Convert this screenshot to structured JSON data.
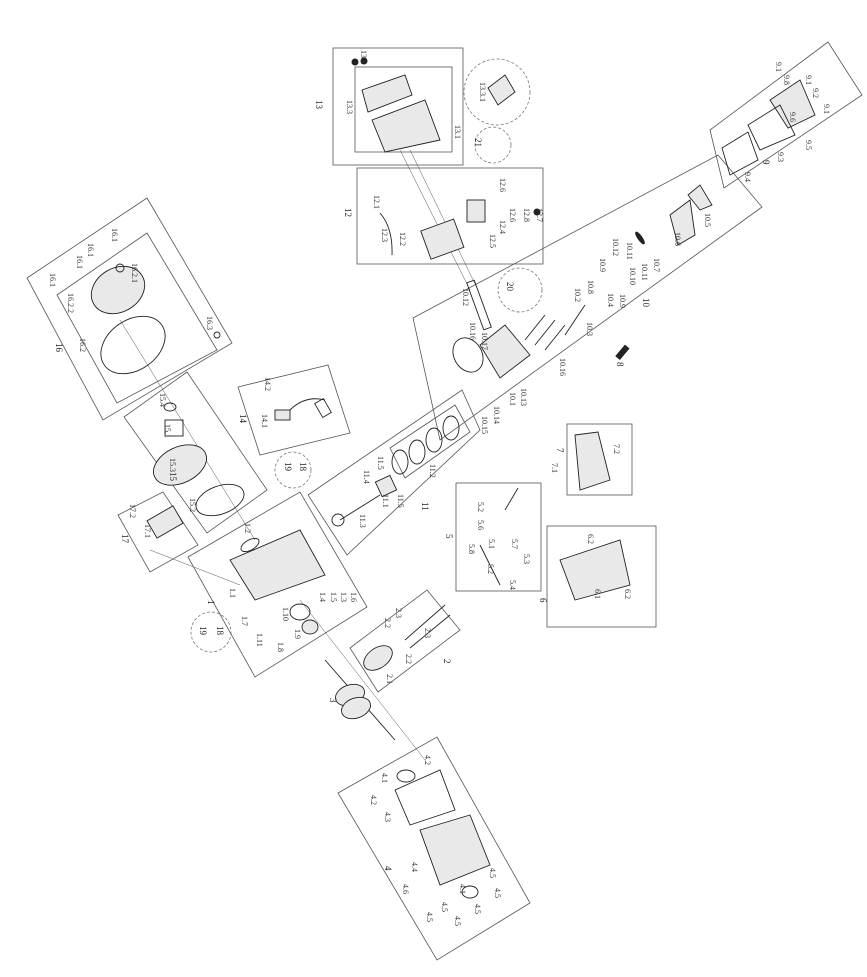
{
  "labels": [
    "13",
    "13.3",
    "13.2",
    "13.1",
    "13.3.1",
    "21",
    "12",
    "12.1",
    "12.3",
    "12.2",
    "12.6",
    "12.6",
    "12.4",
    "12.5",
    "12.8",
    "12.7",
    "9",
    "9.1",
    "9.8",
    "9.1",
    "9.2",
    "9.1",
    "9.6",
    "9.5",
    "9.3",
    "9.4",
    "16",
    "16.2",
    "16.2.2",
    "16.2.1",
    "16.1",
    "16.1",
    "16.1",
    "16.1",
    "16.3",
    "15.4",
    "15",
    "15.1",
    "15.3",
    "15.2",
    "14",
    "14.2",
    "14.1",
    "19",
    "18",
    "17",
    "17.2",
    "17.1",
    "1",
    "1.1",
    "1.2",
    "1.4",
    "1.5",
    "1.3",
    "1.6",
    "1.10",
    "1.9",
    "1.7",
    "1.11",
    "1.8",
    "19",
    "18",
    "11",
    "11.5",
    "11.4",
    "11.1",
    "11.3",
    "11.5",
    "11.2",
    "10",
    "10.1",
    "10.13",
    "10.14",
    "10.15",
    "10.12",
    "10.16",
    "10.17",
    "10.16",
    "10.3",
    "10.2",
    "10.8",
    "10.4",
    "10.9",
    "10.9",
    "10.10",
    "10.11",
    "10.11",
    "10.12",
    "10.7",
    "10.6",
    "10.5",
    "20",
    "8",
    "7",
    "7.1",
    "7.2",
    "5",
    "5.2",
    "5.6",
    "5.1",
    "5.8",
    "5.7",
    "5.2",
    "5.3",
    "5.4",
    "6",
    "6.2",
    "6.1",
    "6.2",
    "2",
    "2.2",
    "2.3",
    "2.3",
    "2.2",
    "2.1",
    "3",
    "4",
    "4.2",
    "4.1",
    "4.2",
    "4.3",
    "4.4",
    "4.6",
    "4.1",
    "4.5",
    "4.5",
    "4.5",
    "4.5",
    "4.5",
    "4.5"
  ]
}
